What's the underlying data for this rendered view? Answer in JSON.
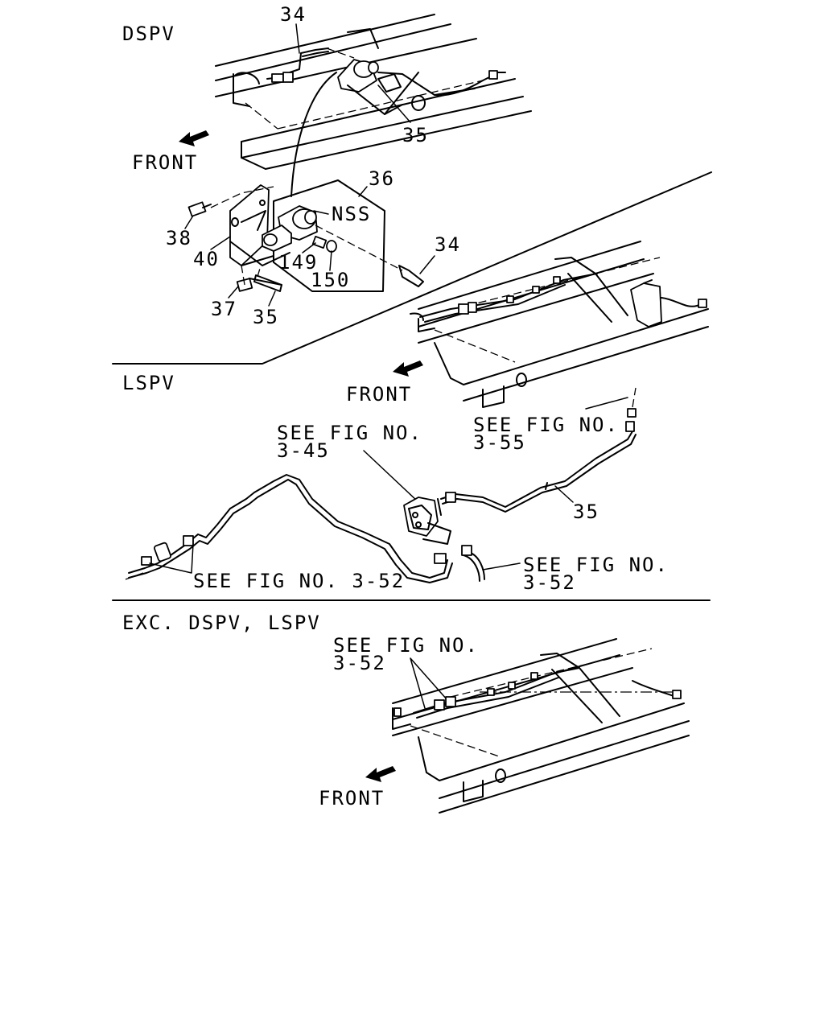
{
  "sections": {
    "dspv": {
      "title": "DSPV",
      "front": "FRONT",
      "callouts": [
        "34",
        "35",
        "36",
        "NSS",
        "38",
        "40",
        "149",
        "150",
        "34",
        "37",
        "35"
      ]
    },
    "lspv": {
      "title": "LSPV",
      "front": "FRONT",
      "see_fig_3_55": [
        "SEE FIG NO.",
        "3-55"
      ],
      "see_fig_3_45": [
        "SEE FIG NO.",
        "3-45"
      ],
      "part_35": "35",
      "see_fig_3_52_left": "SEE FIG NO. 3-52",
      "see_fig_3_52_right": [
        "SEE FIG NO.",
        "3-52"
      ]
    },
    "exc": {
      "title": "EXC. DSPV, LSPV",
      "see_fig_3_52": [
        "SEE FIG NO.",
        "3-52"
      ],
      "front": "FRONT"
    }
  }
}
